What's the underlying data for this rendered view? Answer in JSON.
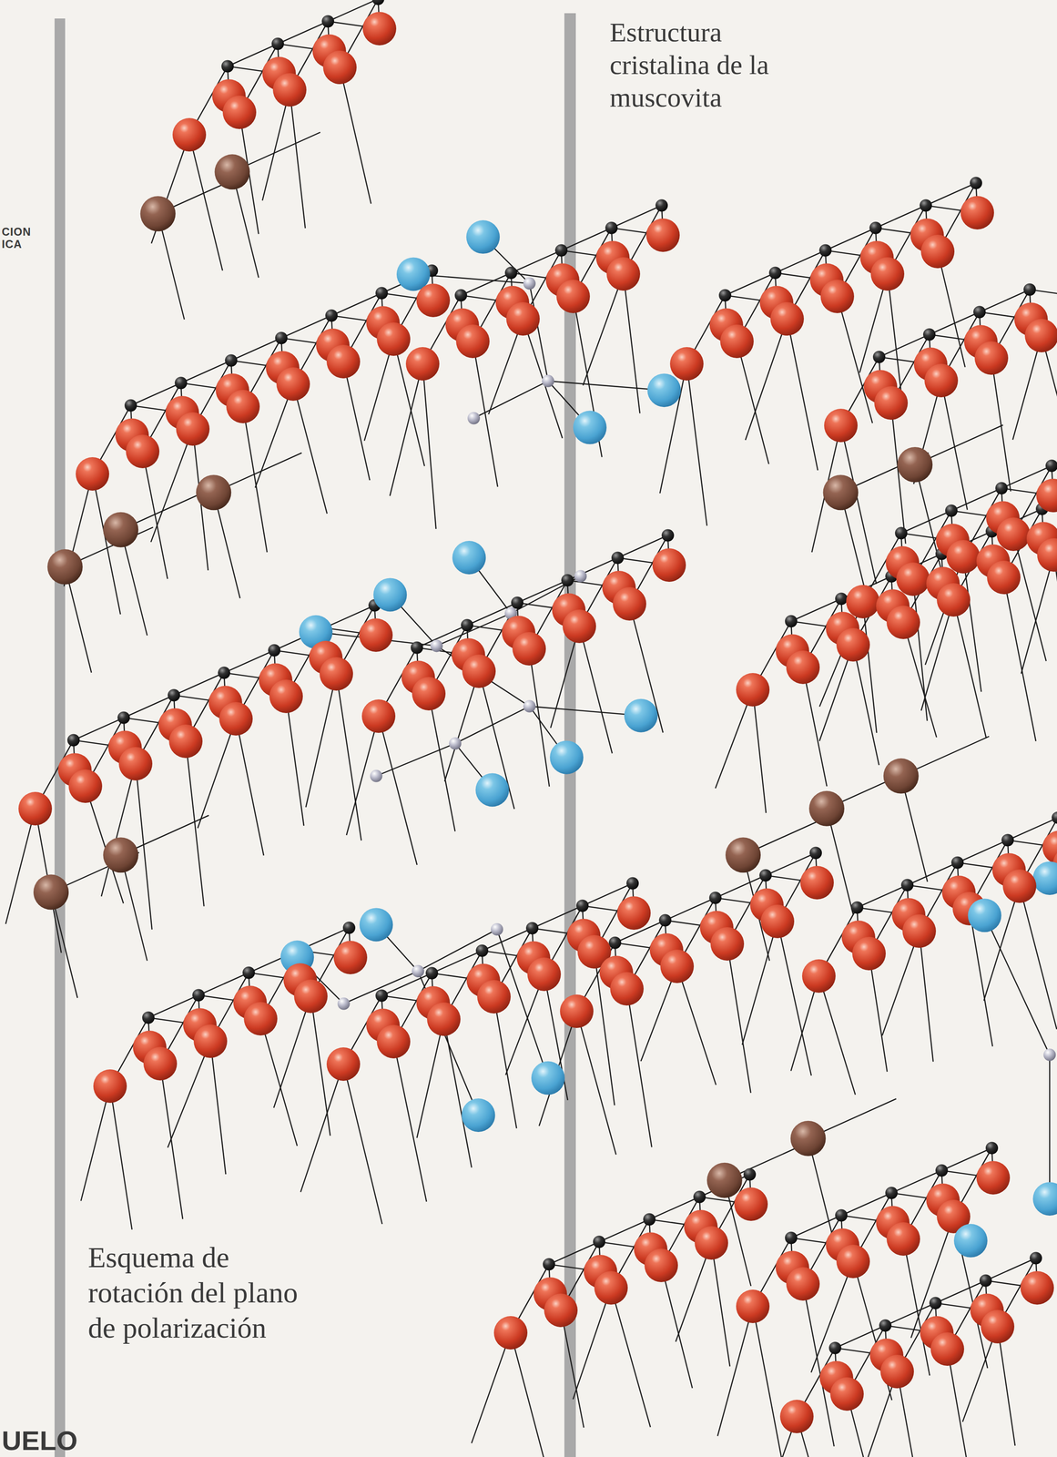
{
  "diagram": {
    "title": "Estructura cristalina de la muscovita",
    "labels": [
      "CION",
      "ICA",
      "Esquema de rotación del plano de polarización",
      "UELO"
    ]
  }
}
